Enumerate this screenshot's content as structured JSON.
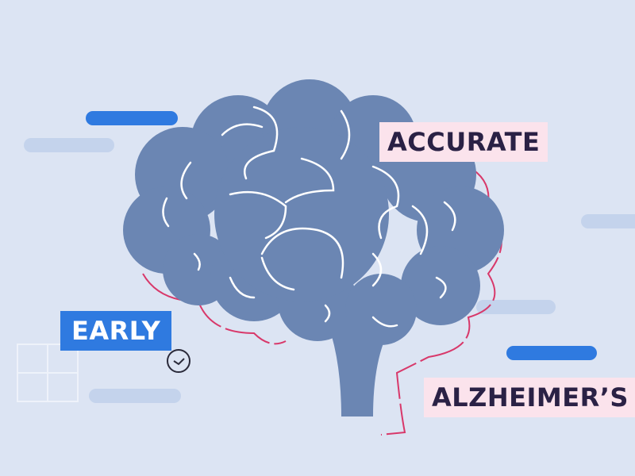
{
  "labels": {
    "accurate": "ACCURATE",
    "early": "EARLY",
    "alzheimers": "ALZHEIMER’S"
  },
  "colors": {
    "background": "#dce4f3",
    "brain": "#6b86b3",
    "accent_blue": "#2f7ae0",
    "light_bar": "#c4d3ec",
    "pink_outline": "#d8386a",
    "pink_label": "#fbe3ec"
  }
}
